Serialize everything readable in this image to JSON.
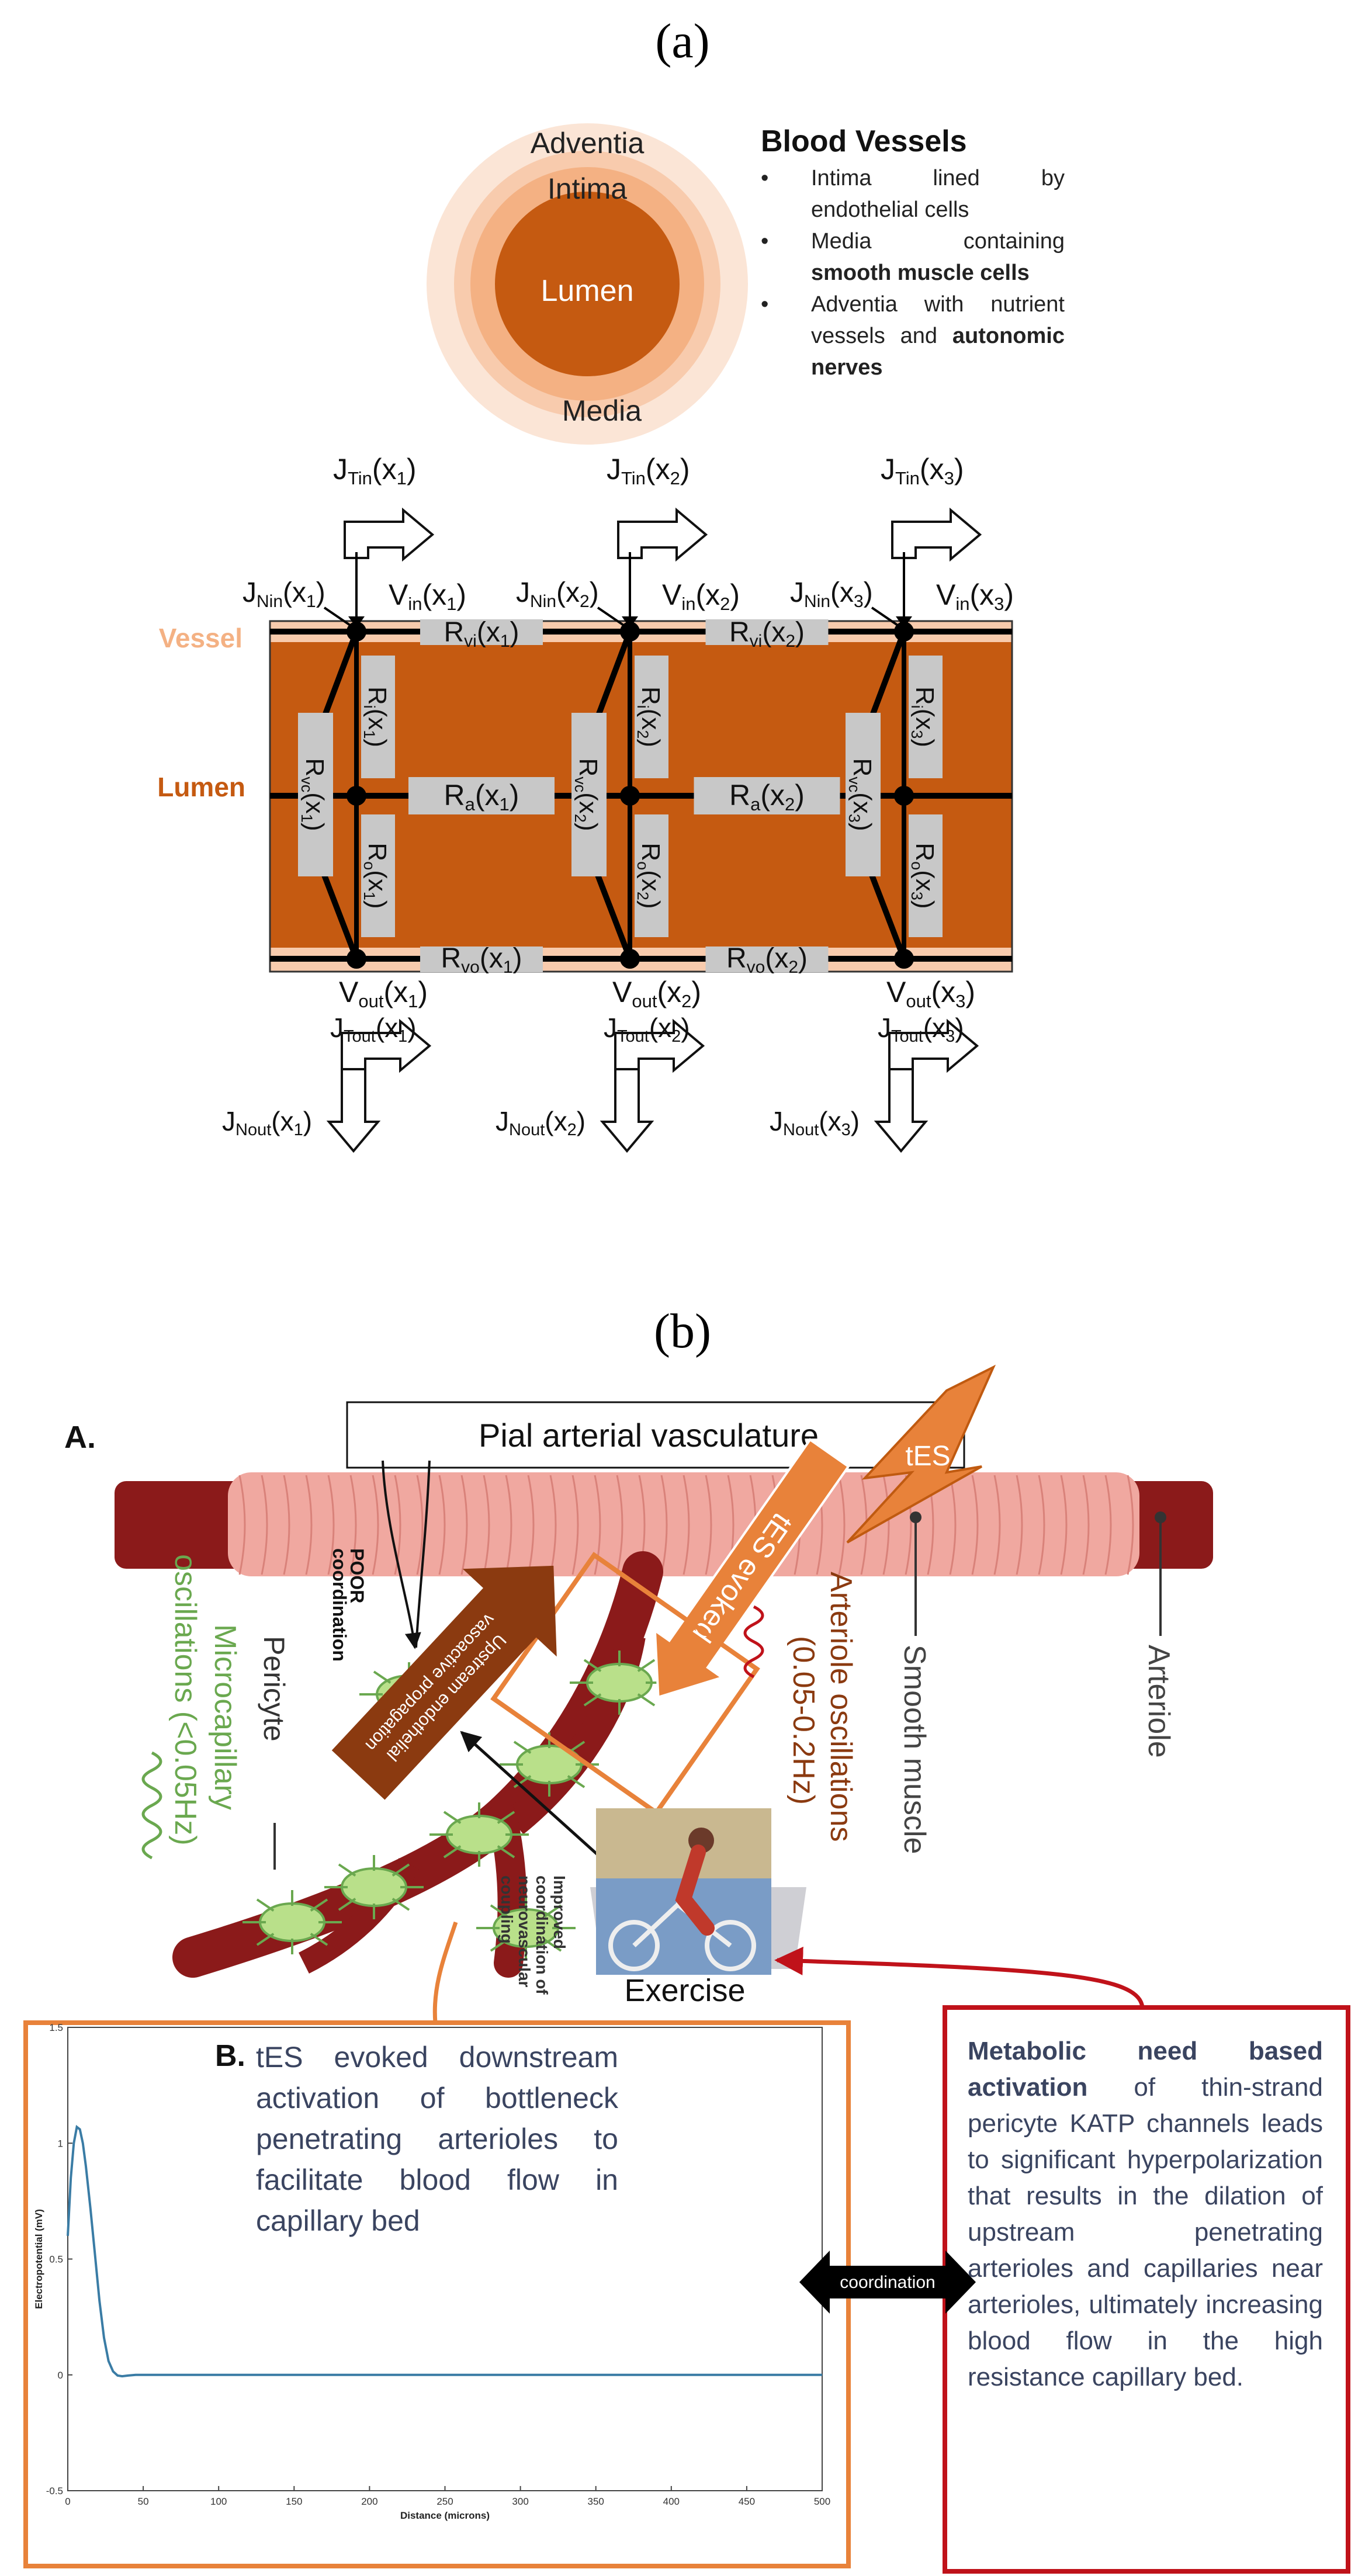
{
  "panel_a": {
    "label": "(a)",
    "rings": {
      "adventia": "Adventia",
      "intima": "Intima",
      "lumen": "Lumen",
      "media": "Media"
    },
    "info": {
      "title": "Blood Vessels",
      "items": [
        {
          "text": "Intima lined by endothelial cells",
          "bold": ""
        },
        {
          "text": "Media containing ",
          "bold": "smooth muscle cells"
        },
        {
          "text": "Adventia with nutrient vessels and ",
          "bold": "autonomic nerves"
        }
      ]
    },
    "side_labels": {
      "vessel": "Vessel",
      "lumen": "Lumen"
    },
    "colors": {
      "lumen": "#c55a11",
      "vessel": "#f8cbad",
      "ring_outer": "#fbe5d6",
      "ring_mid": "#f4b183",
      "ring_inner": "#e08a50"
    },
    "nodes": [
      {
        "x": "x",
        "sub": "1"
      },
      {
        "x": "x",
        "sub": "2"
      },
      {
        "x": "x",
        "sub": "3"
      }
    ],
    "labels": {
      "J": "J",
      "V": "V",
      "R": "R",
      "Tin": "Tin",
      "Nin": "Nin",
      "in": "in",
      "Tout": "Tout",
      "Nout": "Nout",
      "out": "out",
      "vi": "vi",
      "vo": "vo",
      "a": "a",
      "i": "i",
      "o": "o",
      "vc": "vc"
    }
  },
  "panel_b": {
    "label": "(b)",
    "A_label": "A.",
    "pial_title": "Pial arterial vasculature",
    "tes": "tES",
    "tes_evoked": "tES evoked",
    "poor": "POOR",
    "poor2": "coordination",
    "upstream1": "Upstream endothelial",
    "upstream2": "vasoactive propagation",
    "micro1": "Microcapillary",
    "micro2": "oscillations (<0.05Hz)",
    "pericyte": "Pericyte",
    "improved1": "Improved",
    "improved2": "coordination of",
    "improved3": "neurovascular",
    "improved4": "coupling",
    "arteriole_osc1": "Arteriole oscillations",
    "arteriole_osc2": "(0.05-0.2Hz)",
    "smooth_muscle": "Smooth muscle",
    "arteriole": "Arteriole",
    "exercise": "Exercise",
    "coordination": "coordination",
    "B_label": "B.",
    "B_text": "tES evoked downstream activation of bottleneck penetrating arterioles to facilitate blood flow in capillary bed",
    "meta_bold": "Metabolic need based activation",
    "meta_text": " of thin-strand pericyte KATP channels leads to significant hyperpolarization that results in the dilation of upstream penetrating arterioles and capillaries near arterioles, ultimately increasing blood flow in the high resistance capillary bed.",
    "colors": {
      "orange_box": "#e8823a",
      "red_box": "#c0121a",
      "vessel_dark": "#8b1a1a",
      "muscle": "#f0a8a0",
      "green": "#6aa84f",
      "brown": "#8b3a10"
    }
  },
  "chart_data": {
    "type": "line",
    "xlabel": "Distance (microns)",
    "ylabel": "Electropotential (mV)",
    "xlim": [
      0,
      500
    ],
    "ylim": [
      -0.5,
      1.5
    ],
    "xticks": [
      0,
      50,
      100,
      150,
      200,
      250,
      300,
      350,
      400,
      450,
      500
    ],
    "yticks": [
      -0.5,
      0,
      0.5,
      1,
      1.5
    ],
    "series": [
      {
        "x": [
          0,
          2,
          4,
          6,
          8,
          10,
          12,
          15,
          18,
          21,
          24,
          27,
          30,
          33,
          36,
          40,
          45,
          50,
          100,
          200,
          300,
          400,
          500
        ],
        "y": [
          0.6,
          0.85,
          1.0,
          1.07,
          1.06,
          1.0,
          0.9,
          0.72,
          0.52,
          0.32,
          0.16,
          0.06,
          0.015,
          -0.003,
          -0.006,
          -0.003,
          0.0,
          0.0,
          0.0,
          0.0,
          0.0,
          0.0,
          0.0
        ]
      }
    ],
    "line_color": "#3a7ca5",
    "grid": false
  }
}
